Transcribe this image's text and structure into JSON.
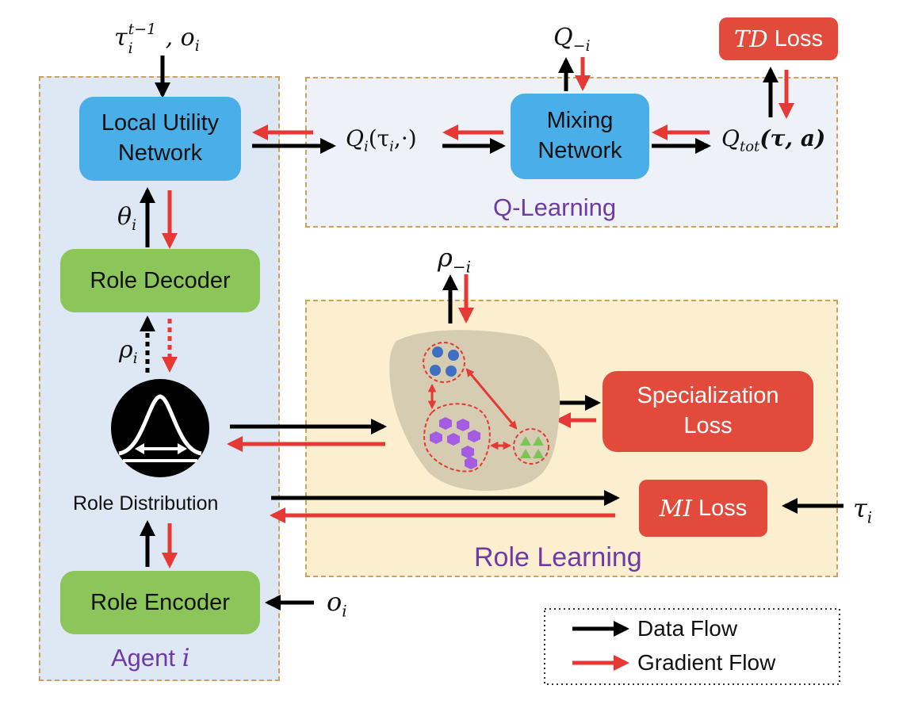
{
  "agent": {
    "title_prefix": "Agent ",
    "title_var": "i",
    "local_utility": "Local Utility\nNetwork",
    "role_decoder": "Role Decoder",
    "role_encoder": "Role Encoder",
    "role_distribution": "Role Distribution",
    "theta_symbol": "θ",
    "theta_sub": "i",
    "rho_symbol": "ρ",
    "rho_sub": "i",
    "top_input_tau": "τ",
    "top_input_sub": "i",
    "top_input_sup": "t−1",
    "top_input_rest": ", o",
    "top_input_rest_sub": "i",
    "encoder_input": "o",
    "encoder_input_sub": "i"
  },
  "q_learning": {
    "title": "Q-Learning",
    "mixing": "Mixing\nNetwork",
    "q_i": "Q",
    "q_i_sub": "i",
    "q_i_args": "(τ",
    "q_i_args_sub": "i",
    "q_i_args_end": ",·)",
    "q_neg_i": "Q",
    "q_neg_i_sub": "−i",
    "q_tot": "Q",
    "q_tot_sub": "tot",
    "q_tot_args": "(τ, a)",
    "td_loss_italic": "TD",
    "td_loss_rest": " Loss"
  },
  "role_learning": {
    "title": "Role Learning",
    "specialization": "Specialization\nLoss",
    "mi_loss_italic": "MI",
    "mi_loss_rest": " Loss",
    "rho_neg_i": "ρ",
    "rho_neg_i_sub": "−i",
    "tau_i": "τ",
    "tau_i_sub": "i"
  },
  "legend": {
    "data_flow": "Data Flow",
    "gradient_flow": "Gradient Flow"
  },
  "colors": {
    "data_arrow": "#000000",
    "gradient_arrow": "#e53935",
    "network_blue": "#4aaee8",
    "role_green": "#8cc65a",
    "loss_red": "#e24a3b",
    "agent_bg": "#dde8f4",
    "q_bg": "#eef2f8",
    "role_bg": "#fbefcf",
    "title_purple": "#6f3aa6"
  }
}
